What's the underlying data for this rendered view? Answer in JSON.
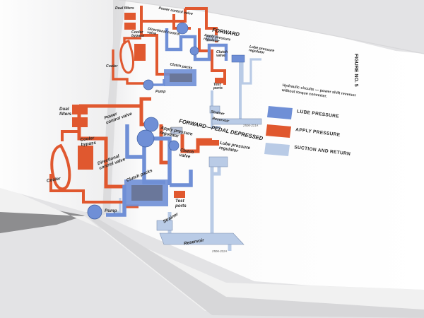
{
  "colors": {
    "lube": "#6f8fd6",
    "apply": "#e0582f",
    "suction": "#b9cbe6",
    "table": "#e4e4e6",
    "paper": "#ffffff"
  },
  "side": {
    "figure_label": "FIGURE NO. 5",
    "caption_line1": "Hydraulic circuits — power shift reverser",
    "caption_line2": "without torque converter."
  },
  "legend": [
    {
      "label": "LUBE PRESSURE",
      "color": "#6f8fd6"
    },
    {
      "label": "APPLY PRESSURE",
      "color": "#e0582f"
    },
    {
      "label": "SUCTION AND RETURN",
      "color": "#b9cbe6"
    }
  ],
  "top_diagram": {
    "title": "FORWARD",
    "code": "2506-221A",
    "labels": {
      "dual_filters": "Dual filters",
      "power_control_valve": "Power control valve",
      "directional_control_valve": "Directional control valve",
      "apply_pressure_regulator": "Apply pressure regulator",
      "clutch_valve": "Clutch valve",
      "lube_pressure_regulator": "Lube pressure regulator",
      "cooler": "Cooler",
      "cooler_bypass": "Cooler bypass",
      "clutch_packs": "Clutch packs",
      "test_ports": "Test ports",
      "pump": "Pump",
      "strainer": "Strainer",
      "reservoir": "Reservoir"
    }
  },
  "bottom_diagram": {
    "title": "FORWARD—PEDAL DEPRESSED",
    "code": "2506-222A",
    "labels": {
      "dual_filters": "Dual filters",
      "power_control_valve": "Power control valve",
      "directional_control_valve": "Directional control valve",
      "apply_pressure_regulator": "Apply pressure regulator",
      "clutch_valve": "Clutch valve",
      "lube_pressure_regulator": "Lube pressure regulator",
      "cooler": "Cooler",
      "cooler_bypass": "Cooler bypass",
      "clutch_packs": "Clutch packs",
      "test_ports": "Test ports",
      "pump": "Pump",
      "strainer": "Strainer",
      "reservoir": "Reservoir"
    }
  }
}
